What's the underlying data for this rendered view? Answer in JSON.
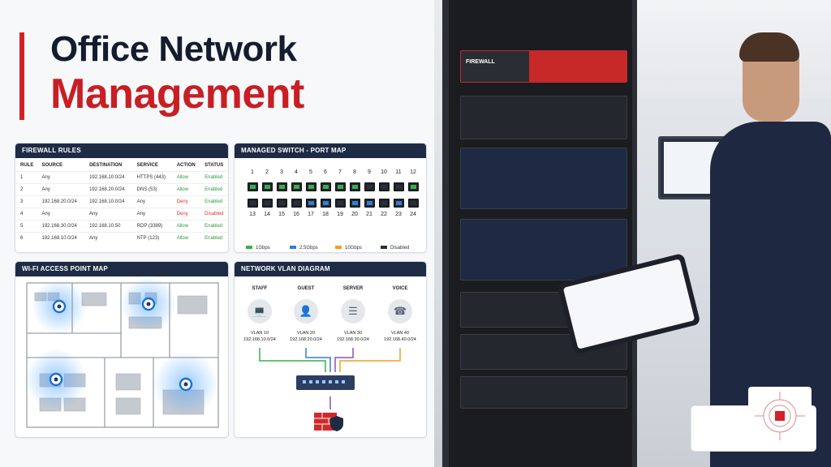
{
  "title": {
    "line1": "Office Network",
    "line2": "Management"
  },
  "firewall": {
    "header": "FIREWALL RULES",
    "columns": [
      "RULE",
      "SOURCE",
      "DESTINATION",
      "SERVICE",
      "ACTION",
      "STATUS"
    ],
    "rows": [
      {
        "rule": "1",
        "source": "Any",
        "dest": "192.168.10.0/24",
        "service": "HTTPS (443)",
        "action": "Allow",
        "status": "Enabled"
      },
      {
        "rule": "2",
        "source": "Any",
        "dest": "192.168.20.0/24",
        "service": "DNS (53)",
        "action": "Allow",
        "status": "Enabled"
      },
      {
        "rule": "3",
        "source": "192.168.20.0/24",
        "dest": "192.168.10.0/24",
        "service": "Any",
        "action": "Deny",
        "status": "Enabled"
      },
      {
        "rule": "4",
        "source": "Any",
        "dest": "Any",
        "service": "Any",
        "action": "Deny",
        "status": "Disabled"
      },
      {
        "rule": "5",
        "source": "192.168.30.0/24",
        "dest": "192.168.10.50",
        "service": "RDP (3389)",
        "action": "Allow",
        "status": "Enabled"
      },
      {
        "rule": "6",
        "source": "192.168.10.0/24",
        "dest": "Any",
        "service": "NTP (123)",
        "action": "Allow",
        "status": "Enabled"
      }
    ]
  },
  "switch": {
    "header": "MANAGED SWITCH - PORT MAP",
    "top_ports": [
      "1",
      "2",
      "3",
      "4",
      "5",
      "6",
      "7",
      "8",
      "9",
      "10",
      "11",
      "12"
    ],
    "bottom_ports": [
      "13",
      "14",
      "15",
      "16",
      "17",
      "18",
      "19",
      "20",
      "21",
      "22",
      "23",
      "24"
    ],
    "top_speeds": [
      "1g",
      "1g",
      "1g",
      "1g",
      "1g",
      "1g",
      "1g",
      "1g",
      "dis",
      "dis",
      "dis",
      "1g"
    ],
    "bottom_speeds": [
      "dis",
      "dis",
      "dis",
      "dis",
      "2.5g",
      "2.5g",
      "dis",
      "2.5g",
      "2.5g",
      "dis",
      "2.5g",
      "dis"
    ],
    "legend": [
      {
        "label": "1Gbps",
        "color": "#35b048"
      },
      {
        "label": "2.5Gbps",
        "color": "#2f7fd6"
      },
      {
        "label": "10Gbps",
        "color": "#f0a020"
      },
      {
        "label": "Disabled",
        "color": "#2a2f3a"
      }
    ]
  },
  "wifi": {
    "header": "WI-FI ACCESS POINT MAP"
  },
  "vlan": {
    "header": "NETWORK VLAN DIAGRAM",
    "groups": [
      {
        "name": "STAFF",
        "vlan": "VLAN 10",
        "subnet": "192.168.10.0/24",
        "icon": "laptop-icon"
      },
      {
        "name": "GUEST",
        "vlan": "VLAN 20",
        "subnet": "192.168.20.0/24",
        "icon": "user-icon"
      },
      {
        "name": "SERVER",
        "vlan": "VLAN 30",
        "subnet": "192.168.30.0/24",
        "icon": "server-icon"
      },
      {
        "name": "VOICE",
        "vlan": "VLAN 40",
        "subnet": "192.168.40.0/24",
        "icon": "phone-icon"
      }
    ]
  },
  "rack": {
    "firewall_label": "FIREWALL"
  },
  "colors": {
    "accent": "#c81e24",
    "navy": "#1d2b45",
    "allow": "#2d9a3e",
    "deny": "#d33333"
  }
}
